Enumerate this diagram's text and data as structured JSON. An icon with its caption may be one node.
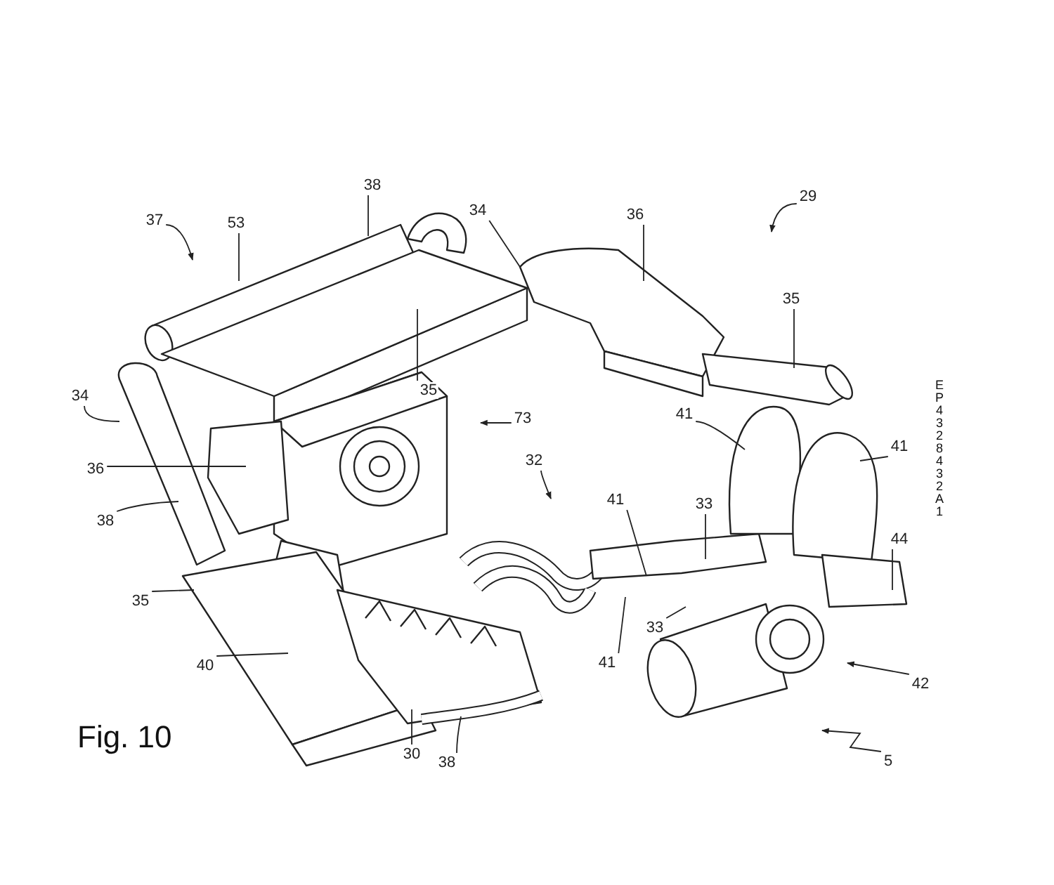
{
  "diagram": {
    "nodes": [
      {
        "text": [
          "37"
        ]
      },
      {
        "text": [
          "53"
        ]
      },
      {
        "text": [
          "38"
        ]
      },
      {
        "text": [
          "34"
        ]
      },
      {
        "text": [
          "36"
        ]
      },
      {
        "text": [
          "29"
        ]
      },
      {
        "text": [
          "35"
        ]
      },
      {
        "text": [
          "35"
        ]
      },
      {
        "text": [
          "73"
        ]
      },
      {
        "text": [
          "34"
        ]
      },
      {
        "text": [
          "41"
        ]
      },
      {
        "text": [
          "41"
        ]
      },
      {
        "text": [
          "36"
        ]
      },
      {
        "text": [
          "32"
        ]
      },
      {
        "text": [
          "33"
        ]
      },
      {
        "text": [
          "41"
        ]
      },
      {
        "text": [
          "38"
        ]
      },
      {
        "text": [
          "44"
        ]
      },
      {
        "text": [
          "35"
        ]
      },
      {
        "text": [
          "33"
        ]
      },
      {
        "text": [
          "41"
        ]
      },
      {
        "text": [
          "40"
        ]
      },
      {
        "text": [
          "42"
        ]
      },
      {
        "text": [
          "30"
        ]
      },
      {
        "text": [
          "38"
        ]
      },
      {
        "text": [
          "5"
        ]
      }
    ],
    "edges": [
      {
        "from": 0,
        "to": null,
        "arrow": "to"
      },
      {
        "from": 1,
        "to": null,
        "arrow": "none"
      },
      {
        "from": 2,
        "to": null,
        "arrow": "none"
      },
      {
        "from": 3,
        "to": null,
        "arrow": "none"
      },
      {
        "from": 4,
        "to": null,
        "arrow": "none"
      },
      {
        "from": 5,
        "to": null,
        "arrow": "to"
      },
      {
        "from": 6,
        "to": null,
        "arrow": "none"
      },
      {
        "from": 7,
        "to": null,
        "arrow": "none"
      },
      {
        "from": 8,
        "to": null,
        "arrow": "to"
      },
      {
        "from": 9,
        "to": null,
        "arrow": "none"
      },
      {
        "from": 10,
        "to": null,
        "arrow": "none"
      },
      {
        "from": 11,
        "to": null,
        "arrow": "none"
      },
      {
        "from": 12,
        "to": null,
        "arrow": "none"
      },
      {
        "from": 13,
        "to": null,
        "arrow": "to"
      },
      {
        "from": 14,
        "to": null,
        "arrow": "none"
      },
      {
        "from": 15,
        "to": null,
        "arrow": "none"
      },
      {
        "from": 16,
        "to": null,
        "arrow": "none"
      },
      {
        "from": 17,
        "to": null,
        "arrow": "none"
      },
      {
        "from": 18,
        "to": null,
        "arrow": "none"
      },
      {
        "from": 19,
        "to": null,
        "arrow": "none"
      },
      {
        "from": 20,
        "to": null,
        "arrow": "none"
      },
      {
        "from": 21,
        "to": null,
        "arrow": "none"
      },
      {
        "from": 22,
        "to": null,
        "arrow": "to"
      },
      {
        "from": 23,
        "to": null,
        "arrow": "none"
      },
      {
        "from": 24,
        "to": null,
        "arrow": "none"
      },
      {
        "from": 25,
        "to": null,
        "arrow": "to"
      }
    ],
    "labels": [
      "Fig. 10",
      "EP 4 328 432 A1"
    ]
  }
}
